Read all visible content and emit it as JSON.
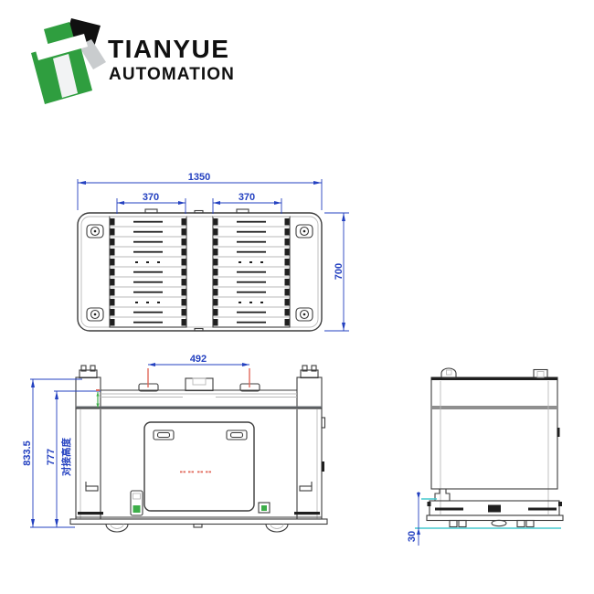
{
  "logo": {
    "title": "TIANYUE",
    "subtitle": "AUTOMATION"
  },
  "colors": {
    "dimension": "#2340c0",
    "outline": "#3c3c3c",
    "light_line": "#b9b9b9",
    "dark_fill": "#1f1f1f",
    "accent_red": "#e0685a",
    "accent_green": "#3dae49",
    "accent_cyan": "#45c8cd",
    "logo_green": "#2f9e3f",
    "logo_black": "#101010",
    "logo_gray": "#c9ccce",
    "band_gray": "#8f8f8f",
    "text": "#101010"
  },
  "views": {
    "top": {
      "dims": {
        "overall_length": "1350",
        "left_bay_width": "370",
        "right_bay_width": "370",
        "overall_width": "700"
      }
    },
    "front": {
      "dims": {
        "pin_span": "492",
        "overall_height": "833.5",
        "docking_height": "777",
        "docking_height_label": "对接高度"
      }
    },
    "side": {
      "dims": {
        "ground_clearance": "30"
      }
    }
  }
}
